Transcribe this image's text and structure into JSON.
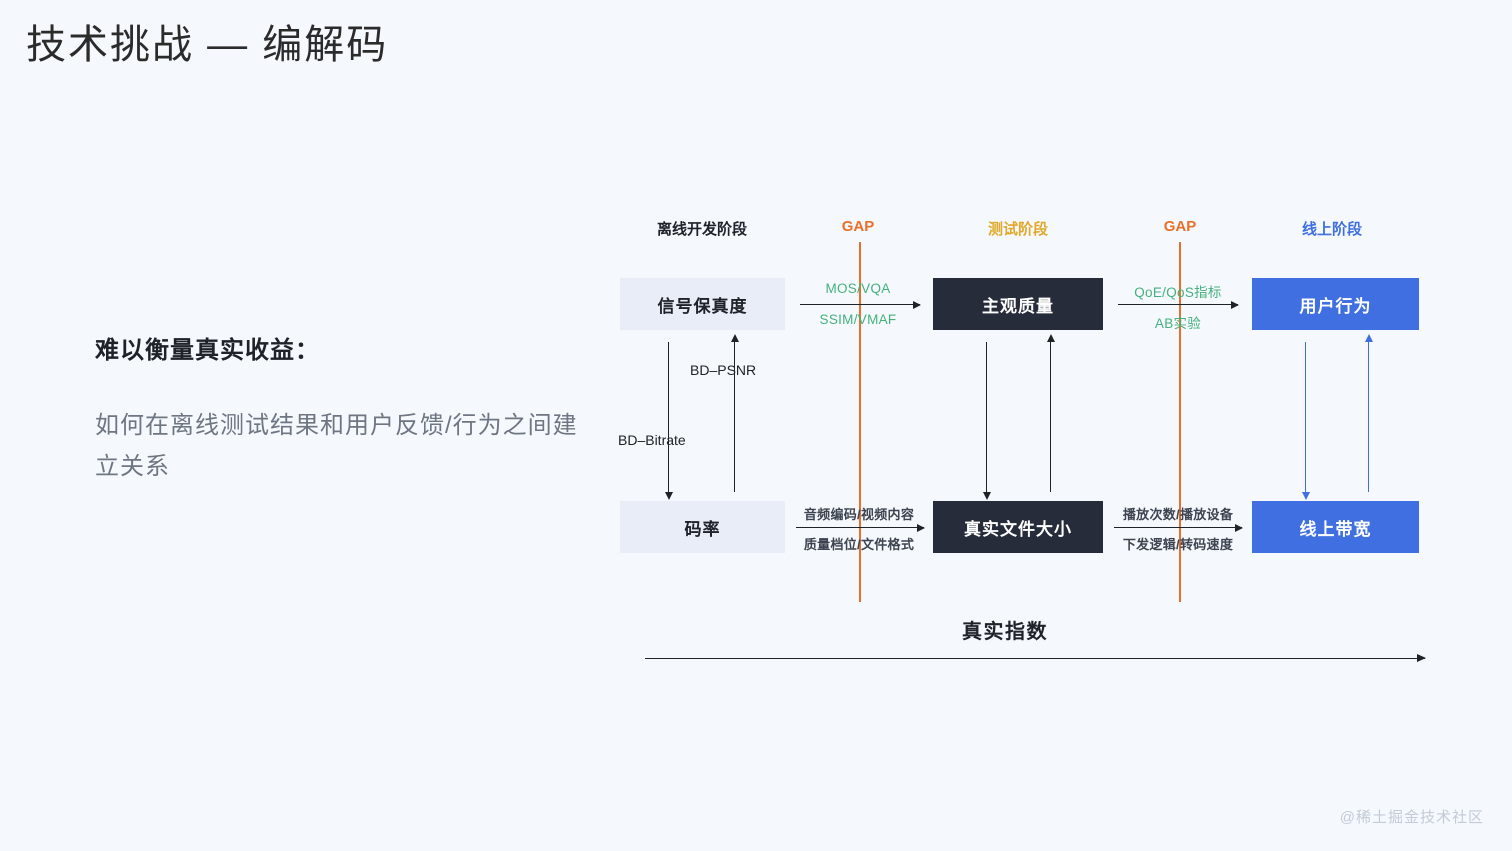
{
  "slide": {
    "title": "技术挑战 — 编解码",
    "background_color": "#f5f9fd",
    "watermark": "@稀土掘金技术社区"
  },
  "left_panel": {
    "headline": "难以衡量真实收益：",
    "body": "如何在离线测试结果和用户反馈/行为之间建立关系"
  },
  "colors": {
    "gap_orange": "#e8702a",
    "test_gold": "#e0a92b",
    "online_blue": "#3f6fe0",
    "metric_green": "#45b07c",
    "dark_node": "#272c3a",
    "pale_node": "#e8edf8"
  },
  "diagram": {
    "stages": [
      {
        "label": "离线开发阶段",
        "color": "#20222a"
      },
      {
        "label": "GAP",
        "color": "#e8702a"
      },
      {
        "label": "测试阶段",
        "color": "#e0a92b"
      },
      {
        "label": "GAP",
        "color": "#e8702a"
      },
      {
        "label": "线上阶段",
        "color": "#3f6fe0"
      }
    ],
    "top_row": [
      {
        "label": "信号保真度",
        "style": "pale"
      },
      {
        "label": "主观质量",
        "style": "dark"
      },
      {
        "label": "用户行为",
        "style": "blue"
      }
    ],
    "bottom_row": [
      {
        "label": "码率",
        "style": "pale"
      },
      {
        "label": "真实文件大小",
        "style": "dark"
      },
      {
        "label": "线上带宽",
        "style": "blue"
      }
    ],
    "top_edges": [
      {
        "above": "MOS/VQA",
        "below": "SSIM/VMAF"
      },
      {
        "above": "QoE/QoS指标",
        "below": "AB实验"
      }
    ],
    "bottom_edges": [
      {
        "above": "音频编码/视频内容",
        "below": "质量档位/文件格式"
      },
      {
        "above": "播放次数/播放设备",
        "below": "下发逻辑/转码速度"
      }
    ],
    "vertical_labels": {
      "down": "BD–Bitrate",
      "up": "BD–PSNR"
    },
    "axis": {
      "caption": "真实指数"
    }
  }
}
